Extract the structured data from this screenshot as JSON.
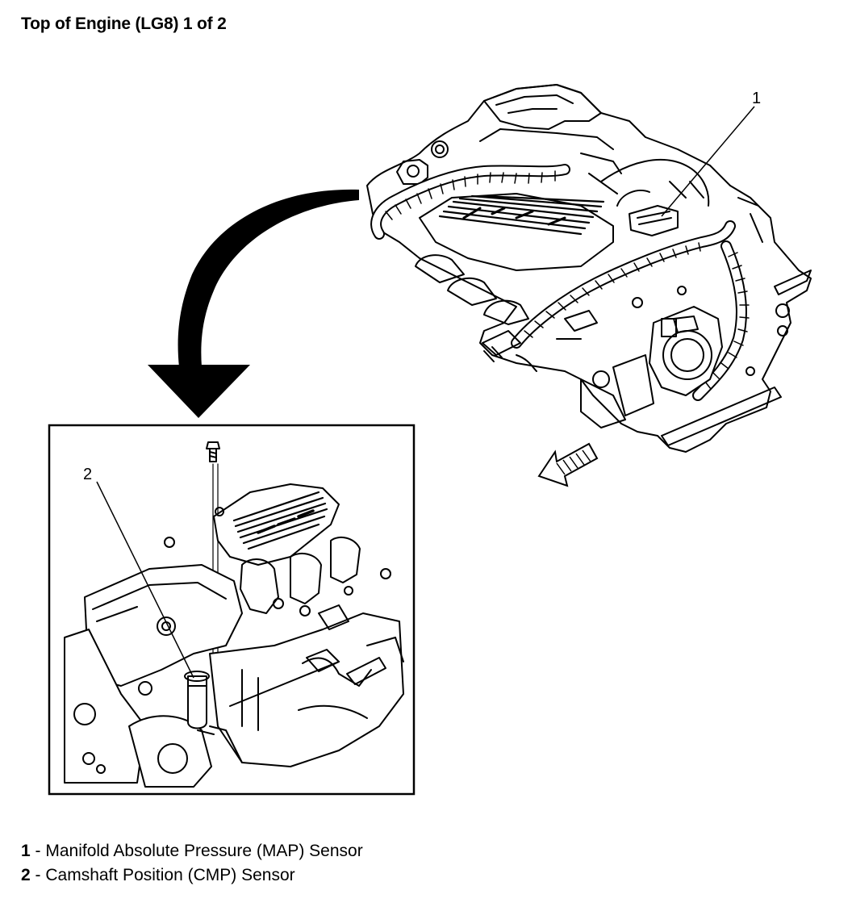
{
  "title": "Top of Engine (LG8) 1 of 2",
  "callouts": {
    "one": "1",
    "two": "2"
  },
  "legend": [
    {
      "num": "1",
      "sep": " - ",
      "text": "Manifold Absolute Pressure (MAP) Sensor"
    },
    {
      "num": "2",
      "sep": " - ",
      "text": "Camshaft Position (CMP) Sensor"
    }
  ],
  "colors": {
    "ink": "#000000",
    "paper": "#ffffff"
  },
  "icons": [
    "curved-arrow-icon",
    "front-direction-arrow-icon"
  ]
}
